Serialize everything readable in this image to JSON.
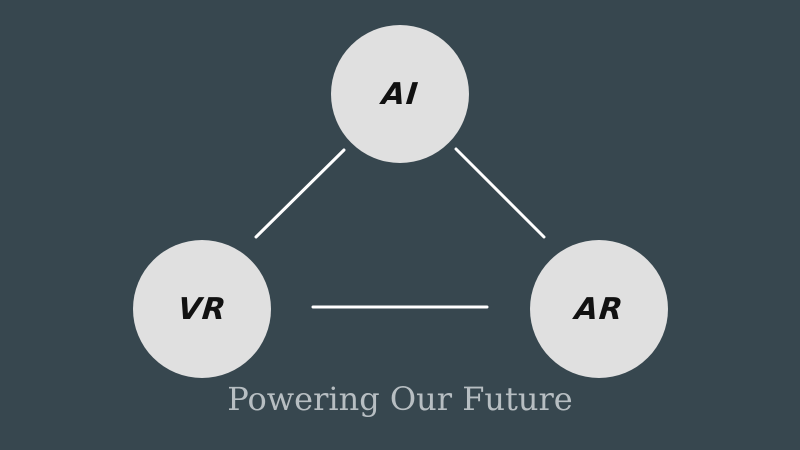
{
  "diagram": {
    "nodes": [
      {
        "id": "ai",
        "label": "AI"
      },
      {
        "id": "vr",
        "label": "VR"
      },
      {
        "id": "ar",
        "label": "AR"
      }
    ],
    "edges": [
      {
        "from": "ai",
        "to": "vr"
      },
      {
        "from": "ai",
        "to": "ar"
      },
      {
        "from": "vr",
        "to": "ar"
      }
    ],
    "caption": "Powering Our Future"
  },
  "colors": {
    "background": "#37474f",
    "node_fill": "#e0e0e0",
    "edge": "#ffffff",
    "caption": "#b7bec2"
  }
}
